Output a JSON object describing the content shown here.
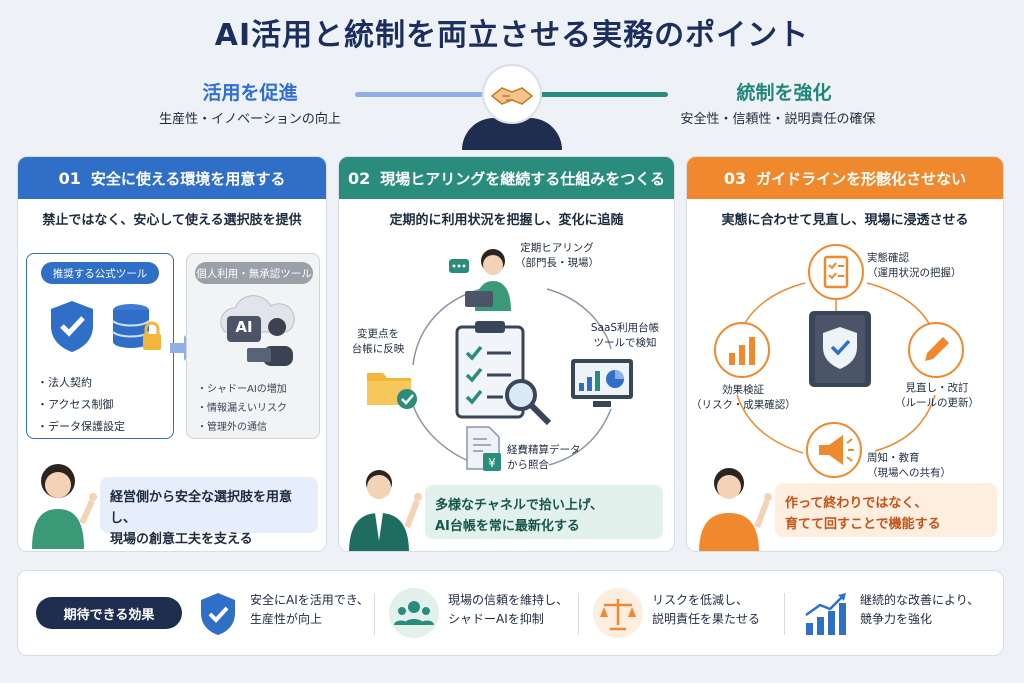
{
  "title": "AI活用と統制を両立させる実務のポイント",
  "header": {
    "left_heading": "活用を促進",
    "left_sub": "生産性・イノベーションの向上",
    "right_heading": "統制を強化",
    "right_sub": "安全性・信頼性・説明責任の確保",
    "center_icon": "handshake-icon"
  },
  "panels": [
    {
      "num": "01",
      "title": "安全に使える環境を用意する",
      "subtitle": "禁止ではなく、安心して使える選択肢を提供",
      "left_box": {
        "label": "推奨する公式ツール",
        "items": [
          "法人契約",
          "アクセス制御",
          "データ保護設定"
        ]
      },
      "right_box": {
        "label": "個人利用・無承認ツール",
        "ai_text": "AI",
        "items": [
          "シャドーAIの増加",
          "情報漏えいリスク",
          "管理外の通信"
        ]
      },
      "callout": [
        "経営側から安全な選択肢を用意し、",
        "現場の創意工夫を支える"
      ]
    },
    {
      "num": "02",
      "title": "現場ヒアリングを継続する仕組みをつくる",
      "subtitle": "定期的に利用状況を把握し、変化に追随",
      "steps": {
        "hearing": [
          "定期ヒアリング",
          "（部門長・現場）"
        ],
        "saas": [
          "SaaS利用台帳",
          "ツールで検知"
        ],
        "expense": [
          "経費精算データ",
          "から照合"
        ],
        "reflect": [
          "変更点を",
          "台帳に反映"
        ]
      },
      "callout": [
        "多様なチャネルで拾い上げ、",
        "AI台帳を常に最新化する"
      ]
    },
    {
      "num": "03",
      "title": "ガイドラインを形骸化させない",
      "subtitle": "実態に合わせて見直し、現場に浸透させる",
      "steps": {
        "check": [
          "実態確認",
          "（運用状況の把握）"
        ],
        "review": [
          "見直し・改訂",
          "（ルールの更新）"
        ],
        "educate": [
          "周知・教育",
          "（現場への共有）"
        ],
        "verify": [
          "効果検証",
          "（リスク・成果確認）"
        ]
      },
      "callout": [
        "作って終わりではなく、",
        "育てて回すことで機能する"
      ]
    }
  ],
  "effects": {
    "label": "期待できる効果",
    "items": [
      {
        "icon": "shield-check-icon",
        "lines": [
          "安全にAIを活用でき、",
          "生産性が向上"
        ]
      },
      {
        "icon": "team-icon",
        "lines": [
          "現場の信頼を維持し、",
          "シャドーAIを抑制"
        ]
      },
      {
        "icon": "scale-icon",
        "lines": [
          "リスクを低減し、",
          "説明責任を果たせる"
        ]
      },
      {
        "icon": "growth-chart-icon",
        "lines": [
          "継続的な改善により、",
          "競争力を強化"
        ]
      }
    ]
  },
  "colors": {
    "navy": "#1c2f5c",
    "blue": "#2f6fc7",
    "teal": "#2a8c7c",
    "orange": "#f0892e"
  }
}
